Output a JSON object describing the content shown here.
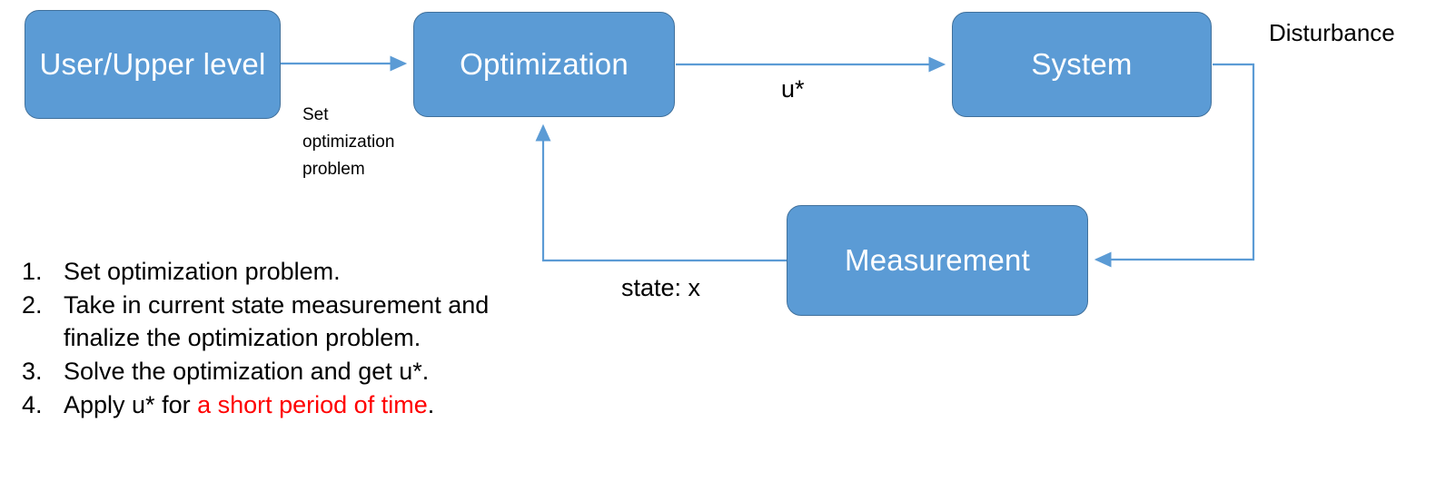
{
  "diagram": {
    "title": "Closed-loop optimization control diagram",
    "colors": {
      "box_fill": "#5B9BD5",
      "box_border": "#41719C",
      "box_text": "#FFFFFF",
      "connector": "#5B9BD5",
      "text": "#000000",
      "highlight": "#FF0000",
      "background": "#FFFFFF"
    },
    "boxes": [
      {
        "id": "user",
        "label": "User/Upper\nlevel"
      },
      {
        "id": "optimization",
        "label": "Optimization"
      },
      {
        "id": "system",
        "label": "System"
      },
      {
        "id": "measurement",
        "label": "Measurement"
      }
    ],
    "edge_labels": {
      "set_optimization_problem": "Set\noptimization\nproblem",
      "control_signal": "u*",
      "state": "state: x",
      "disturbance": "Disturbance"
    }
  },
  "steps": {
    "items": [
      {
        "num": "1.",
        "text": "Set optimization problem.",
        "highlight": ""
      },
      {
        "num": "2.",
        "text": "Take in current state measurement and finalize the optimization problem.",
        "highlight": ""
      },
      {
        "num": "3.",
        "text": "Solve the optimization and get u*.",
        "highlight": ""
      },
      {
        "num": "4.",
        "text": "Apply u* for ",
        "highlight": "a short period of time",
        "tail": "."
      }
    ]
  }
}
